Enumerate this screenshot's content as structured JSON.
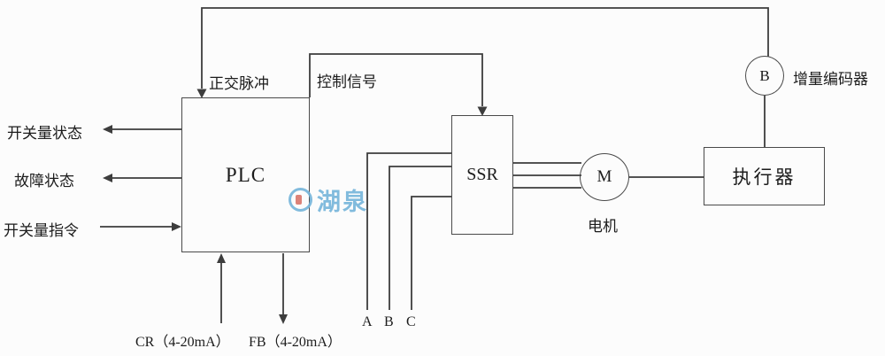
{
  "diagram": {
    "nodes": {
      "plc": {
        "label": "PLC"
      },
      "ssr": {
        "label": "SSR"
      },
      "motor": {
        "label": "M",
        "caption": "电机"
      },
      "actuator": {
        "label": "执行器"
      },
      "encoder": {
        "label": "B",
        "caption": "增量编码器"
      }
    },
    "signals": {
      "quadrature_pulse": "正交脉冲",
      "control_signal": "控制信号",
      "switch_status": "开关量状态",
      "fault_status": "故障状态",
      "switch_command": "开关量指令",
      "cr_input": "CR（4-20mA）",
      "fb_output": "FB（4-20mA）",
      "phases": [
        "A",
        "B",
        "C"
      ]
    },
    "watermark": {
      "text": "湖泉"
    },
    "colors": {
      "line": "#3d3d3d",
      "text": "#1c1c1c",
      "watermark": "#74b4da"
    }
  }
}
